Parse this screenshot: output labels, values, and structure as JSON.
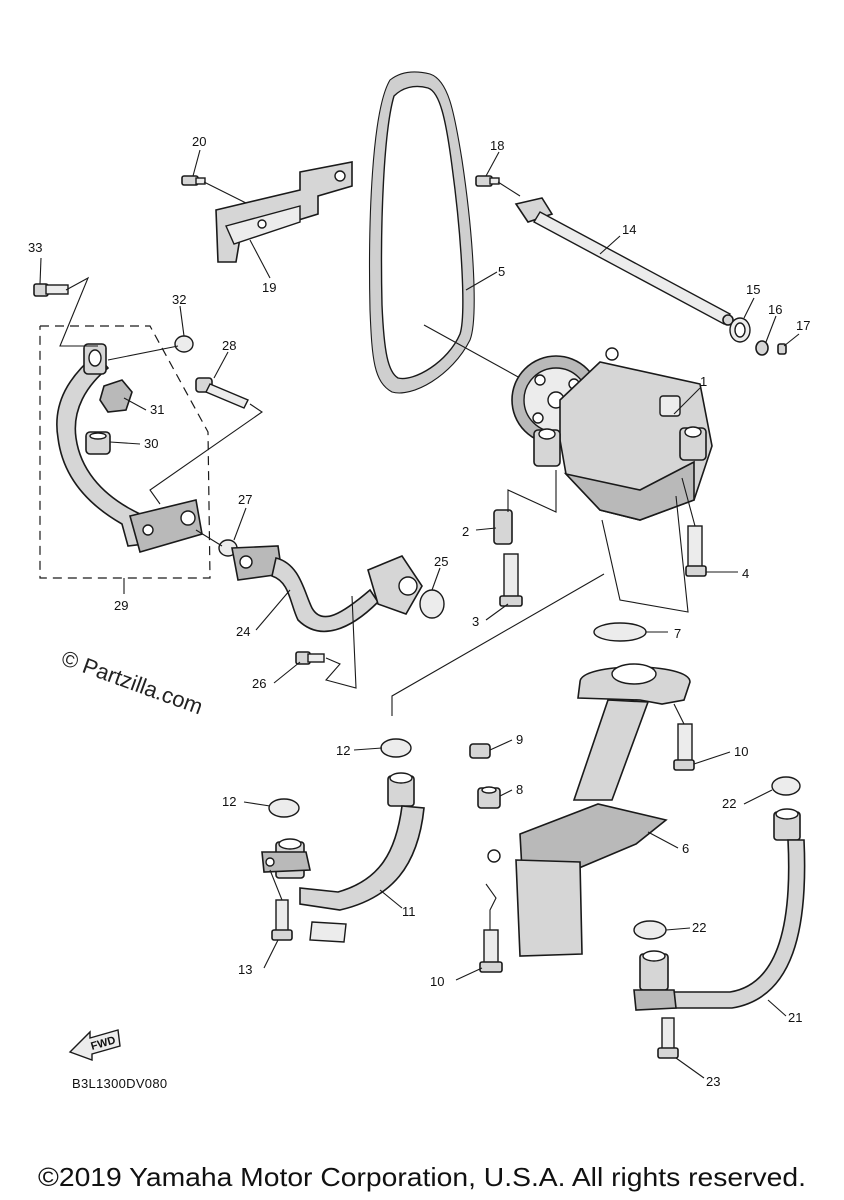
{
  "diagram": {
    "drawing_code": "B3L1300DV080",
    "fwd_label": "FWD",
    "watermark": "© Partzilla.com",
    "copyright": "©2019 Yamaha Motor Corporation, U.S.A. All rights reserved.",
    "callouts": {
      "c1": "1",
      "c2": "2",
      "c3": "3",
      "c4": "4",
      "c5": "5",
      "c6": "6",
      "c7": "7",
      "c8": "8",
      "c9": "9",
      "c10a": "10",
      "c10b": "10",
      "c11": "11",
      "c12a": "12",
      "c12b": "12",
      "c13": "13",
      "c14": "14",
      "c15": "15",
      "c16": "16",
      "c17": "17",
      "c18": "18",
      "c19": "19",
      "c20": "20",
      "c21": "21",
      "c22a": "22",
      "c22b": "22",
      "c23": "23",
      "c24": "24",
      "c25": "25",
      "c26": "26",
      "c27": "27",
      "c28": "28",
      "c29": "29",
      "c30": "30",
      "c31": "31",
      "c32": "32",
      "c33": "33"
    }
  }
}
